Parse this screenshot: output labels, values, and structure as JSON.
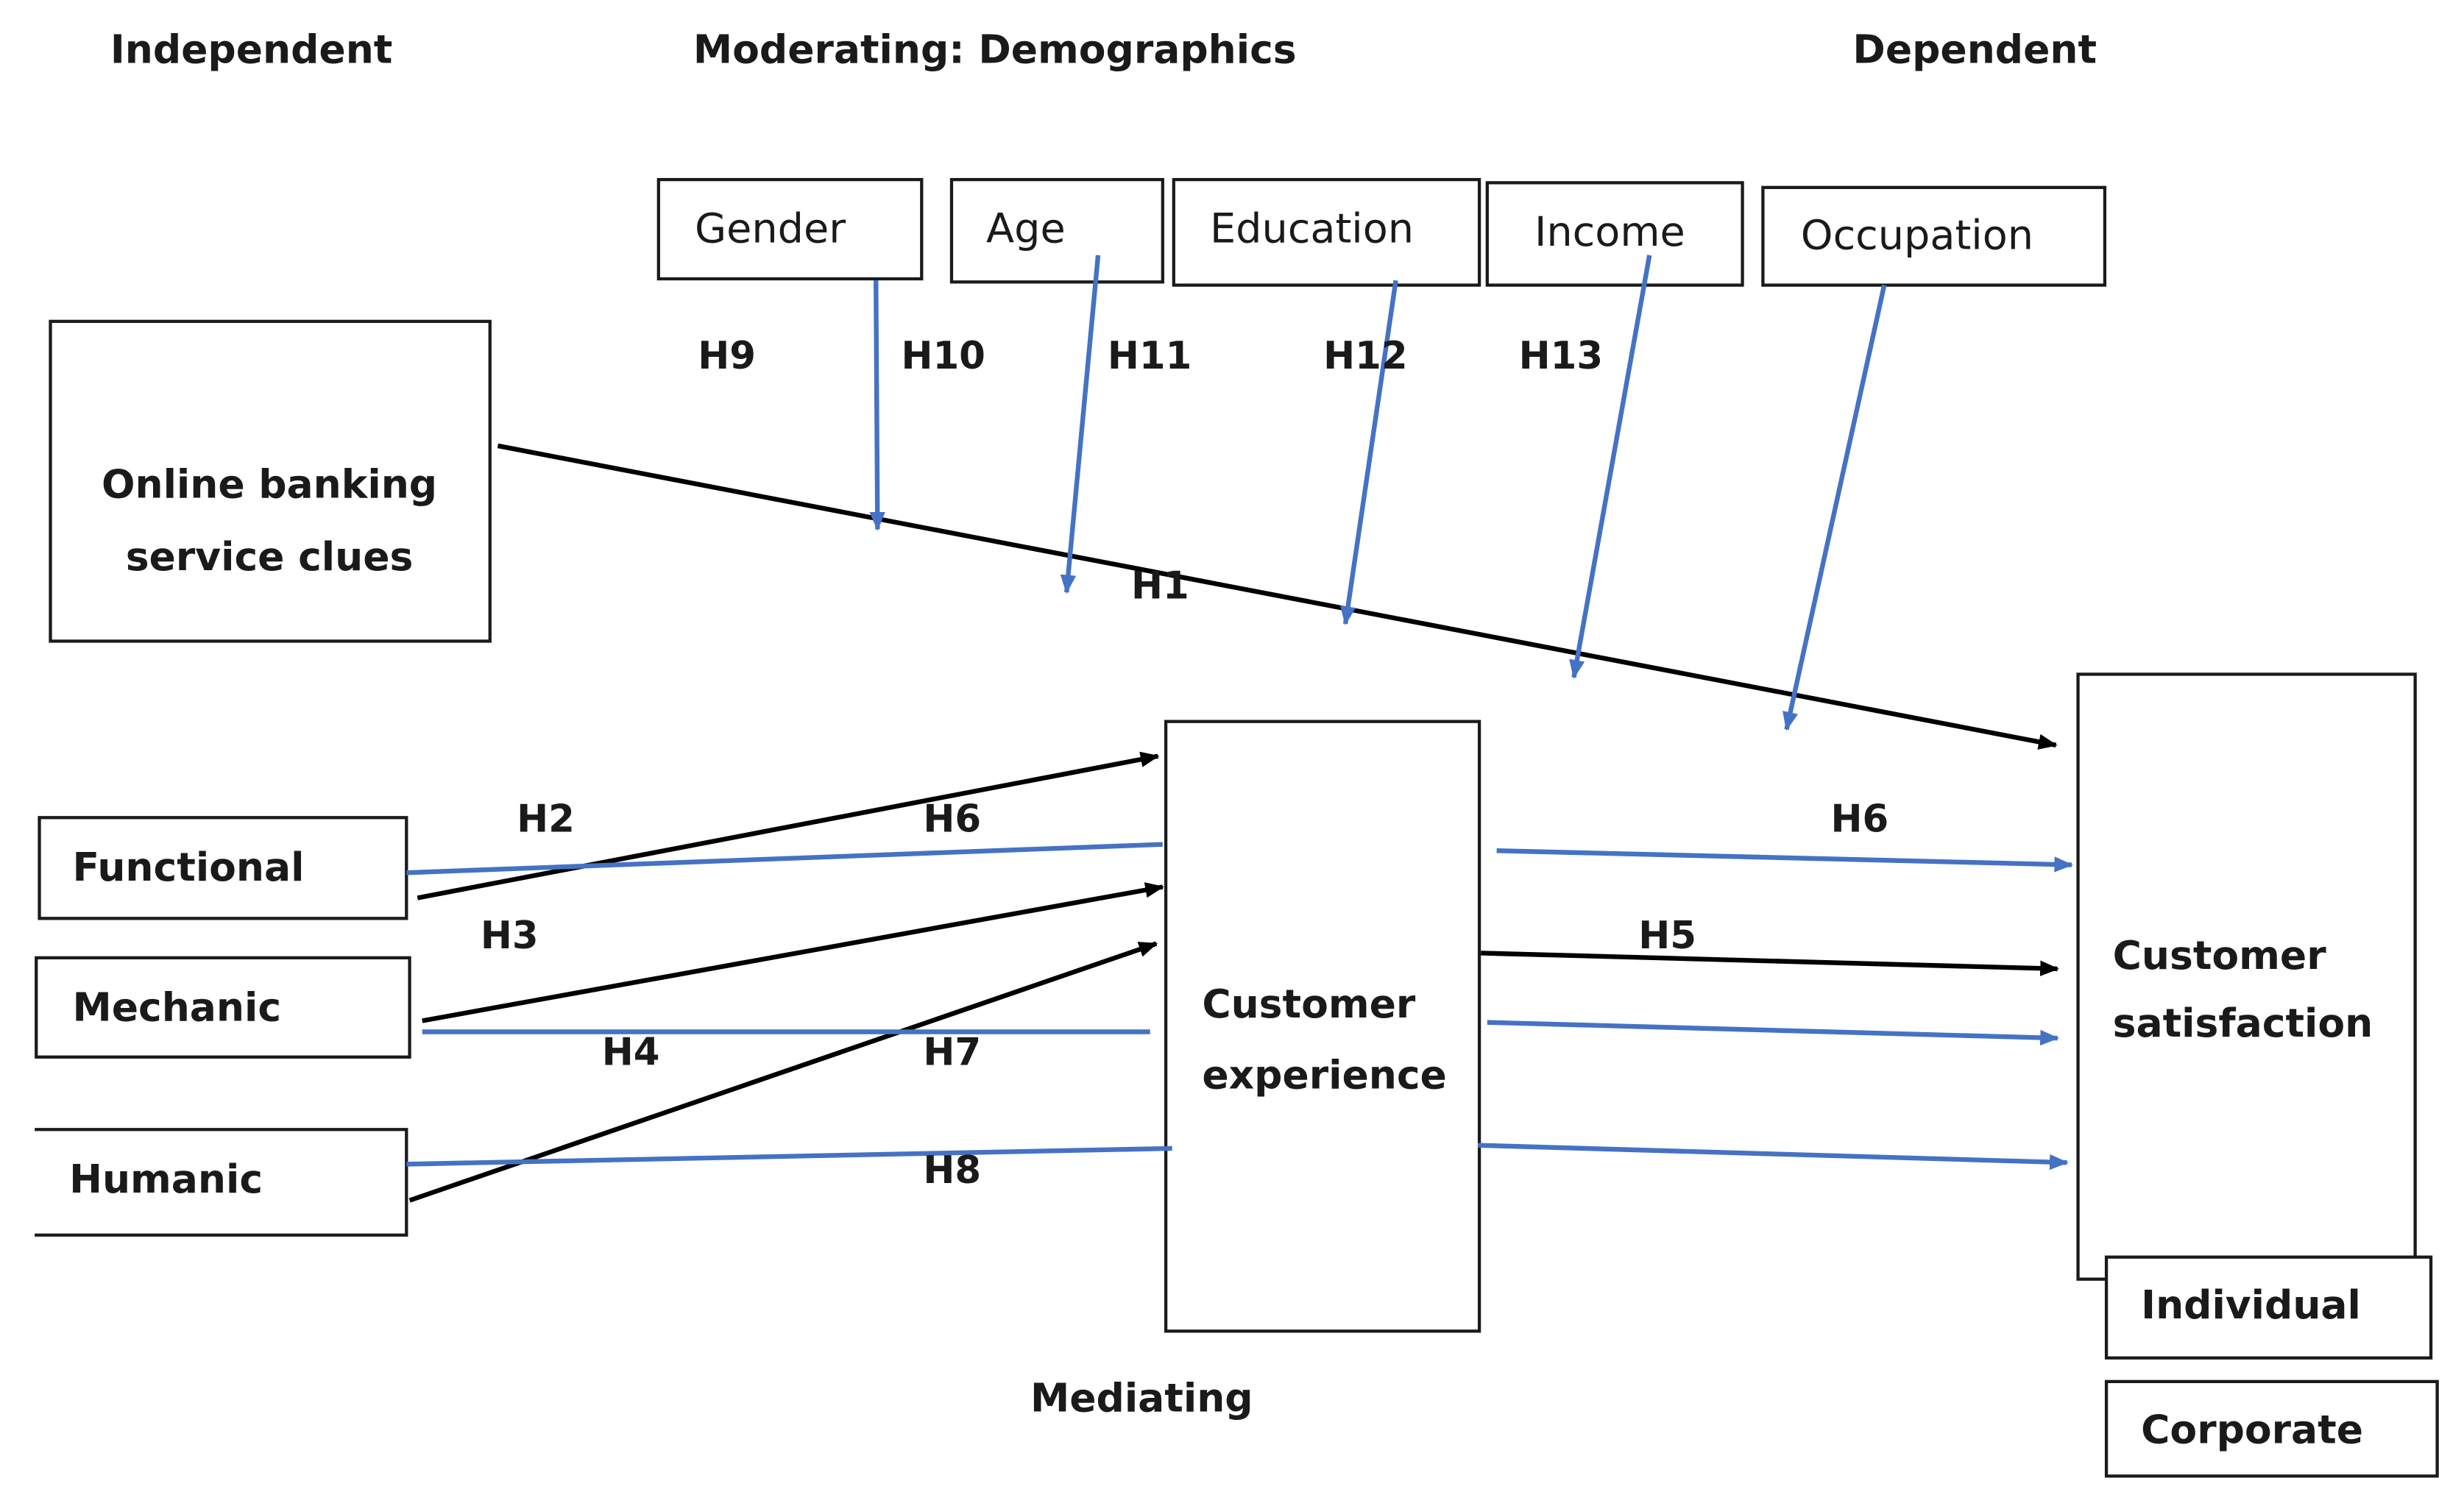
{
  "headings": {
    "independent": "Independent",
    "moderating": "Moderating: Demographics",
    "dependent": "Dependent",
    "mediating": "Mediating"
  },
  "moderators": {
    "gender": "Gender",
    "age": "Age",
    "education": "Education",
    "income": "Income",
    "occupation": "Occupation"
  },
  "independent": {
    "online_banking_line1": "Online banking",
    "online_banking_line2": "service clues",
    "functional": "Functional",
    "mechanic": "Mechanic",
    "humanic": "Humanic"
  },
  "mediator": {
    "line1": "Customer",
    "line2": "experience"
  },
  "dependent": {
    "line1": "Customer",
    "line2": "satisfaction",
    "individual": "Individual",
    "corporate": "Corporate"
  },
  "hypotheses": {
    "h1": "H1",
    "h2": "H2",
    "h3": "H3",
    "h4": "H4",
    "h5": "H5",
    "h6_left": "H6",
    "h6_right": "H6",
    "h7": "H7",
    "h8": "H8",
    "h9": "H9",
    "h10": "H10",
    "h11": "H11",
    "h12": "H12",
    "h13": "H13"
  },
  "colors": {
    "black_arrow": "#000000",
    "blue_arrow": "#4472c4"
  }
}
